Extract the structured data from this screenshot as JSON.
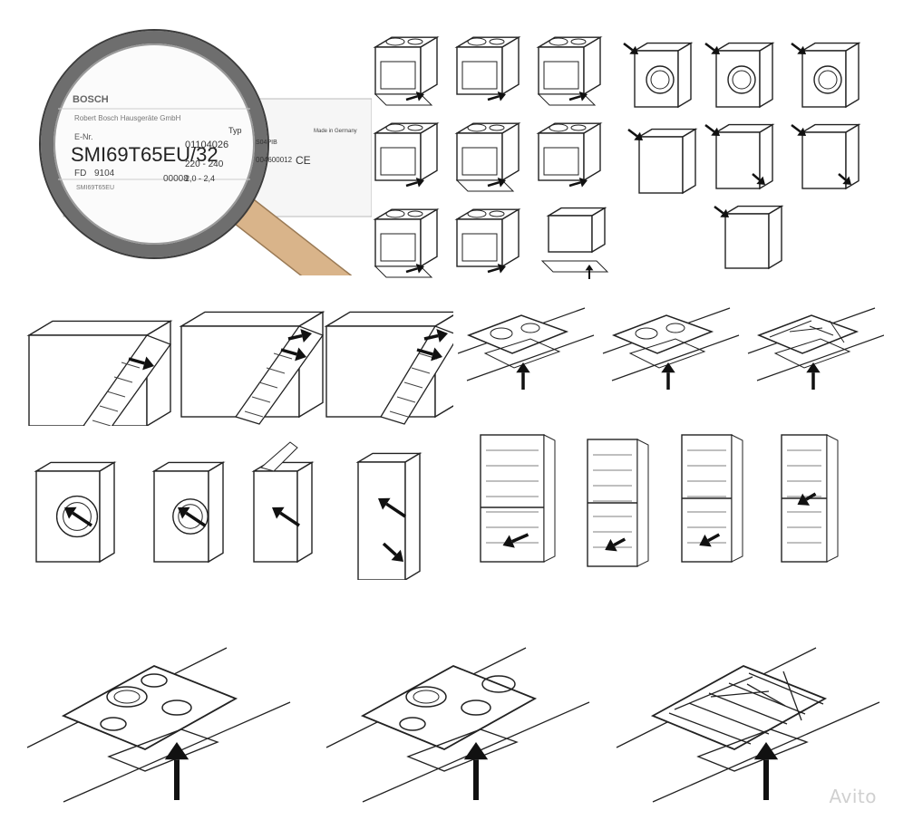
{
  "rating_plate": {
    "brand": "BOSCH",
    "manufacturer": "Robert Bosch Hausgeräte GmbH",
    "enr_label": "E-Nr.",
    "model": "SMI69T65EU/32",
    "fd_label": "FD",
    "fd_value": "9104",
    "serial": "00008",
    "type_label": "Typ",
    "type_code": "01104026",
    "voltage": "220 - 240",
    "power": "2,0 - 2,4",
    "made_in": "Made in Germany",
    "small_model": "SMI69T65EU",
    "code_right": "S04PIB",
    "number_right": "004600012"
  },
  "watermark": "Avito",
  "colors": {
    "line": "#222222",
    "background": "#ffffff",
    "lens_rim": "#6e6e6e",
    "handle": "#d9b48a"
  }
}
